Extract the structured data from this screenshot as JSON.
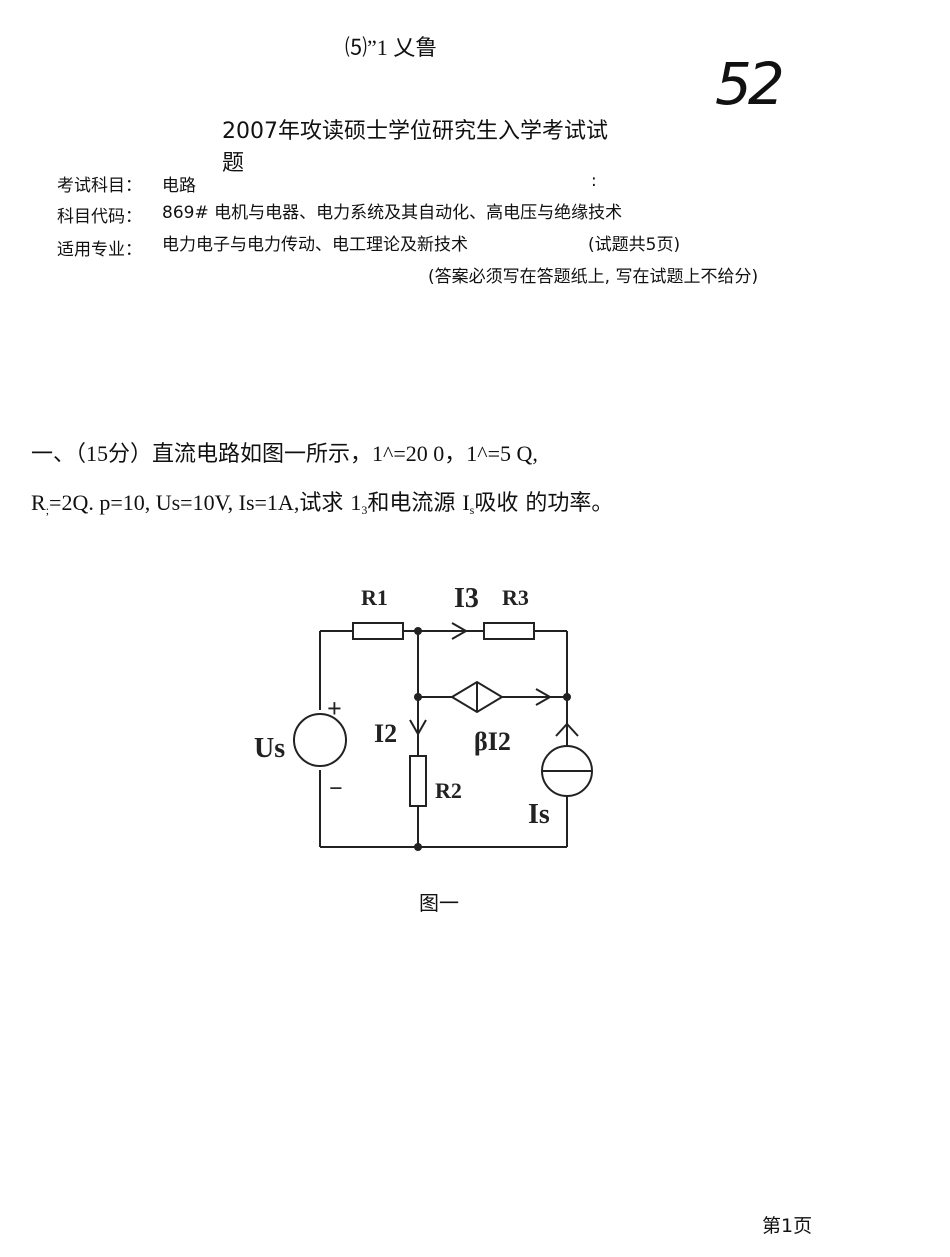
{
  "header": {
    "top_code": "⑸”1 乂鲁",
    "handwritten_number": "52",
    "title_line1": "2007年攻读硕士学位研究生入学考试试",
    "title_line2": "题"
  },
  "meta": {
    "subject_label": "考试科目：",
    "subject_value": "电路",
    "colon_mark": ":",
    "code_label": "科目代码：",
    "code_value": "869# 电机与电器、电力系统及其自动化、高电压与绝缘技术",
    "major_label": "适用专业：",
    "major_value": "电力电子与电力传动、电工理论及新技术",
    "pages_note": "(试题共5页)",
    "answer_note": "(答案必须写在答题纸上, 写在试题上不给分)"
  },
  "question1": {
    "prefix": "一、",
    "score": "（15分）",
    "text1": "直流电路如图一所示，",
    "values1": "1^=20 0，1^=5 Q,",
    "r_letter": "R",
    "r_sub": ";",
    "values2": "=2Q. p=10, Us=10V, Is=1A,",
    "ask": "试求 ",
    "i3": "1",
    "i3_sub": "3",
    "ask2": "和电流源 ",
    "is": "I",
    "is_sub": "s",
    "ask3": "吸收 的功率。"
  },
  "figure": {
    "r1": "R1",
    "r2": "R2",
    "r3": "R3",
    "i2": "I2",
    "i3": "I3",
    "beta_i2": "βI2",
    "us": "Us",
    "is": "Is",
    "plus": "+",
    "minus": "−",
    "caption": "图一"
  },
  "footer": {
    "page": "第1页"
  }
}
